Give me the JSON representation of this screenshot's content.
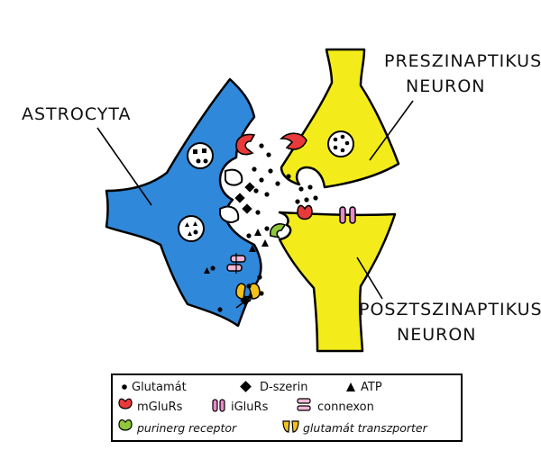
{
  "labels": {
    "astrocyte": "ASTROCYTA",
    "presyn_line1": "PRESZINAPTIKUS",
    "presyn_line2": "NEURON",
    "postsyn_line1": "POSZTSZINAPTIKUS",
    "postsyn_line2": "NEURON"
  },
  "legend": {
    "glutamate": "Glutamát",
    "dserine": "D-szerin",
    "atp": "ATP",
    "mglur": "mGluRs",
    "iglur": "iGluRs",
    "connexon": "connexon",
    "purinergic": "purinerg receptor",
    "transporter": "glutamát transzporter"
  },
  "colors": {
    "astrocyte": "#2f88d9",
    "neuron": "#f4ec1a",
    "mglur": "#e83a3a",
    "iglur": "#e889c8",
    "connexon": "#f2b8d6",
    "purinergic": "#8fc63a",
    "transporter": "#f2c21a"
  }
}
